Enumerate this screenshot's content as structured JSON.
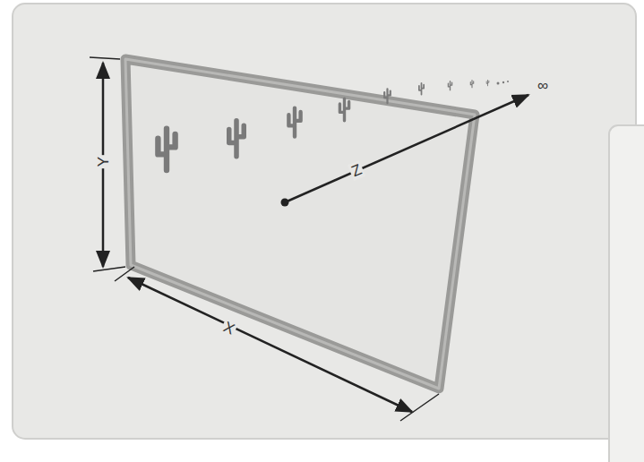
{
  "diagram": {
    "labels": [
      "Y",
      "X",
      "Z",
      "∞"
    ]
  }
}
